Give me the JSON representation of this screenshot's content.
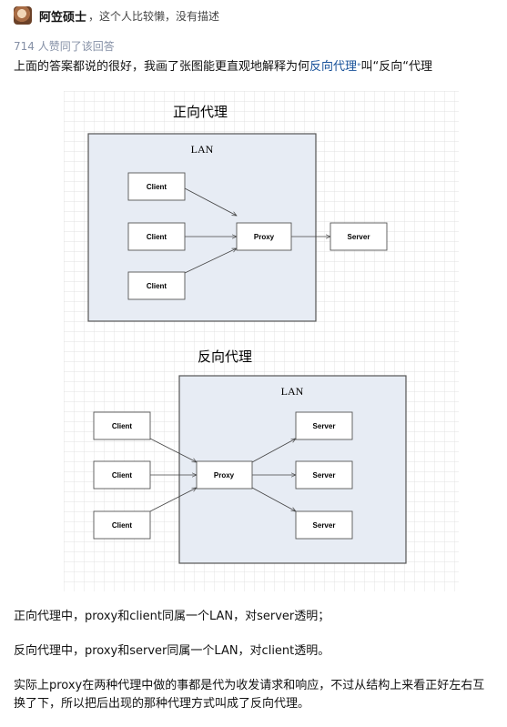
{
  "author": {
    "name": "阿笠硕士",
    "bio": "，这个人比较懒，没有描述"
  },
  "votes": "714 人赞同了该回答",
  "intro": {
    "before": "上面的答案都说的很好，我画了张图能更直观地解释为何",
    "link": "反向代理",
    "after": "叫“反向“代理"
  },
  "diagram": {
    "forward": {
      "title": "正向代理",
      "lan_label": "LAN",
      "clients": [
        "Client",
        "Client",
        "Client"
      ],
      "proxy": "Proxy",
      "server": "Server"
    },
    "reverse": {
      "title": "反向代理",
      "lan_label": "LAN",
      "clients": [
        "Client",
        "Client",
        "Client"
      ],
      "proxy": "Proxy",
      "servers": [
        "Server",
        "Server",
        "Server"
      ]
    },
    "colors": {
      "lan_fill": "#e7ecf4",
      "lan_stroke": "#555555",
      "grid": "#d9d9d9"
    }
  },
  "paragraphs": [
    "正向代理中，proxy和client同属一个LAN，对server透明；",
    "反向代理中，proxy和server同属一个LAN，对client透明。",
    "实际上proxy在两种代理中做的事都是代为收发请求和响应，不过从结构上来看正好左右互换了下，所以把后出现的那种代理方式叫成了反向代理。"
  ]
}
